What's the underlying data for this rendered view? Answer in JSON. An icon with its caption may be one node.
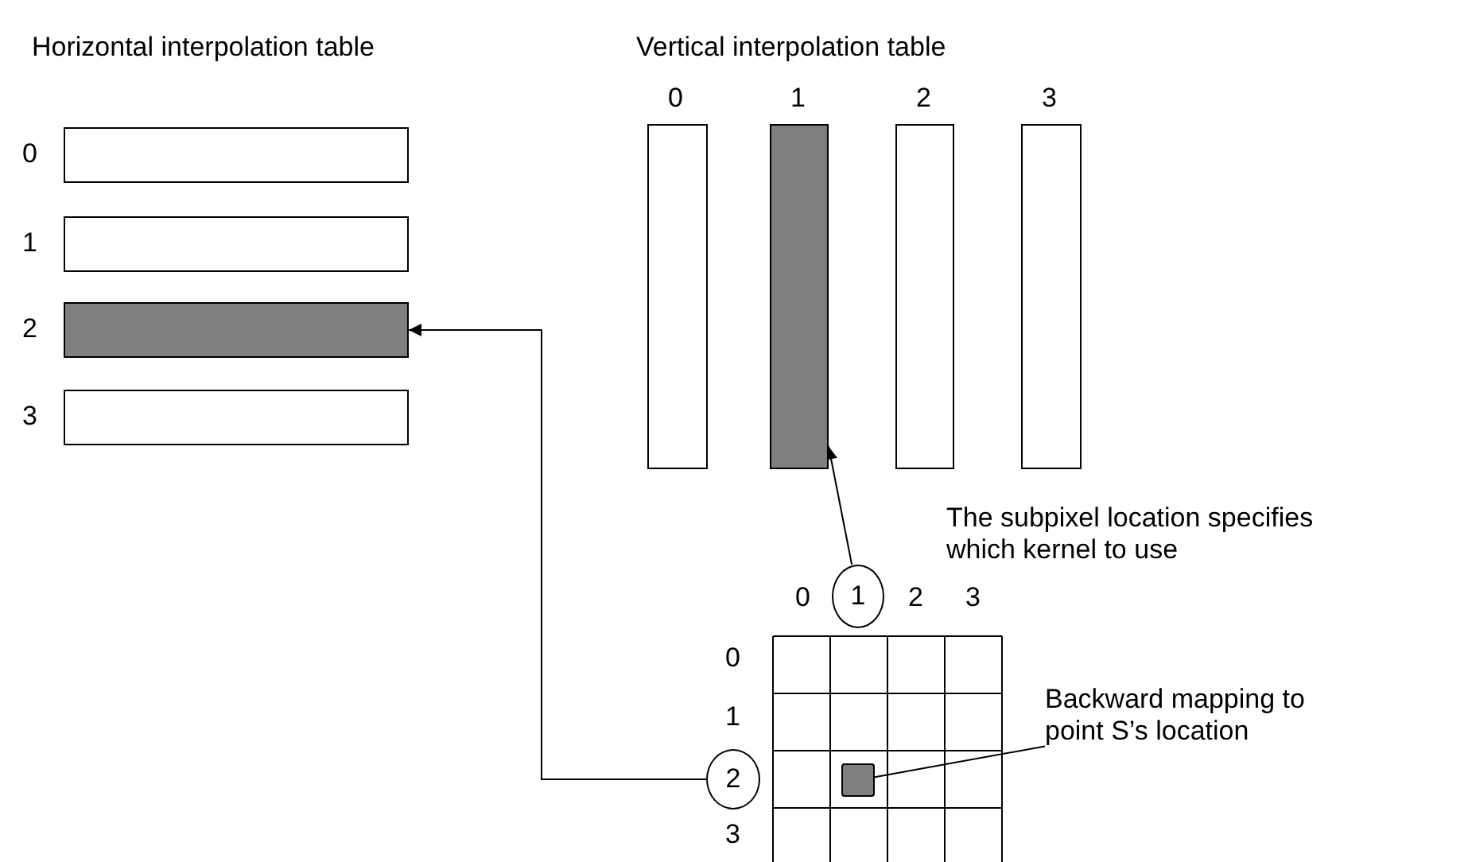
{
  "diagram": {
    "nodes": [
      {
        "text": [],
        "shape": "bar",
        "beside": [
          "0"
        ]
      },
      {
        "text": [],
        "shape": "bar",
        "beside": [
          "1"
        ]
      },
      {
        "text": [],
        "shape": "bar",
        "beside": [
          "2"
        ]
      },
      {
        "text": [],
        "shape": "bar",
        "beside": [
          "3"
        ]
      },
      {
        "text": [],
        "shape": "bar",
        "beside": [
          "0"
        ]
      },
      {
        "text": [],
        "shape": "bar",
        "beside": [
          "1"
        ]
      },
      {
        "text": [],
        "shape": "bar",
        "beside": [
          "2"
        ]
      },
      {
        "text": [],
        "shape": "bar",
        "beside": [
          "3"
        ]
      },
      {
        "text": [
          "1"
        ]
      },
      {
        "text": [
          "2"
        ]
      },
      {
        "text": [],
        "shape": "box"
      },
      {
        "text": [
          "Backward mapping to point S’s location"
        ]
      }
    ],
    "edges": [
      {
        "from": 8,
        "to": 5,
        "arrow": "to"
      },
      {
        "from": 9,
        "to": 2,
        "arrow": "to"
      },
      {
        "from": 11,
        "to": 10,
        "arrow": "none"
      }
    ],
    "labels": [
      "Horizontal interpolation table",
      "Vertical interpolation table",
      "The subpixel location specifies which kernel to use",
      "0",
      "2",
      "3",
      "0",
      "1",
      "3"
    ]
  }
}
